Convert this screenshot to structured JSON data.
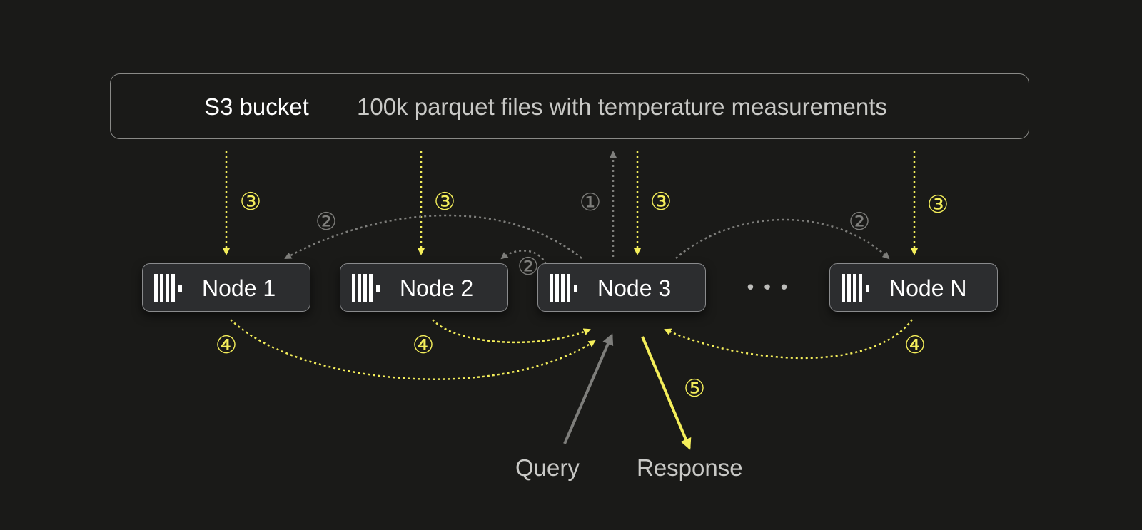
{
  "bucket": {
    "title": "S3 bucket",
    "description": "100k parquet files with temperature measurements"
  },
  "nodes": [
    {
      "label": "Node 1"
    },
    {
      "label": "Node 2"
    },
    {
      "label": "Node 3"
    },
    {
      "label": "Node N"
    }
  ],
  "ellipsis": "• • •",
  "labels": {
    "query": "Query",
    "response": "Response"
  },
  "steps": {
    "one": "①",
    "two": "②",
    "three": "③",
    "four": "④",
    "five": "⑤"
  },
  "colors": {
    "background": "#1a1a18",
    "accent_yellow": "#f4ee5a",
    "gray": "#8a8a87"
  }
}
